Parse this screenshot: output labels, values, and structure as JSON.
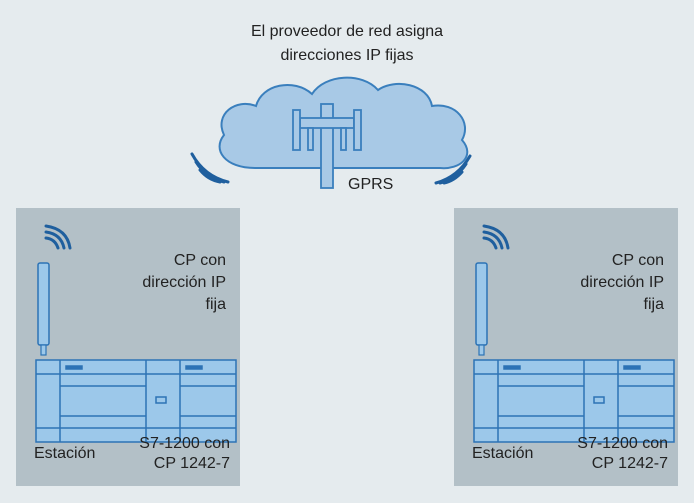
{
  "header": {
    "line1": "El proveedor de red asigna",
    "line2": "direcciones IP fijas"
  },
  "cloud": {
    "label": "GPRS",
    "fill_color": "#a8c9e6",
    "stroke_color": "#3a7fbd"
  },
  "stations": [
    {
      "cp_lines": [
        "CP con",
        "dirección IP",
        "fija"
      ],
      "station_label": "Estación",
      "plc_lines": [
        "S7-1200 con",
        "CP 1242-7"
      ]
    },
    {
      "cp_lines": [
        "CP con",
        "dirección IP",
        "fija"
      ],
      "station_label": "Estación",
      "plc_lines": [
        "S7-1200 con",
        "CP 1242-7"
      ]
    }
  ],
  "colors": {
    "background": "#e5ebee",
    "station_panel": "#b3c0c7",
    "device_fill": "#9cc8ea",
    "device_stroke": "#2d73b5",
    "signal": "#1f5f9e"
  }
}
